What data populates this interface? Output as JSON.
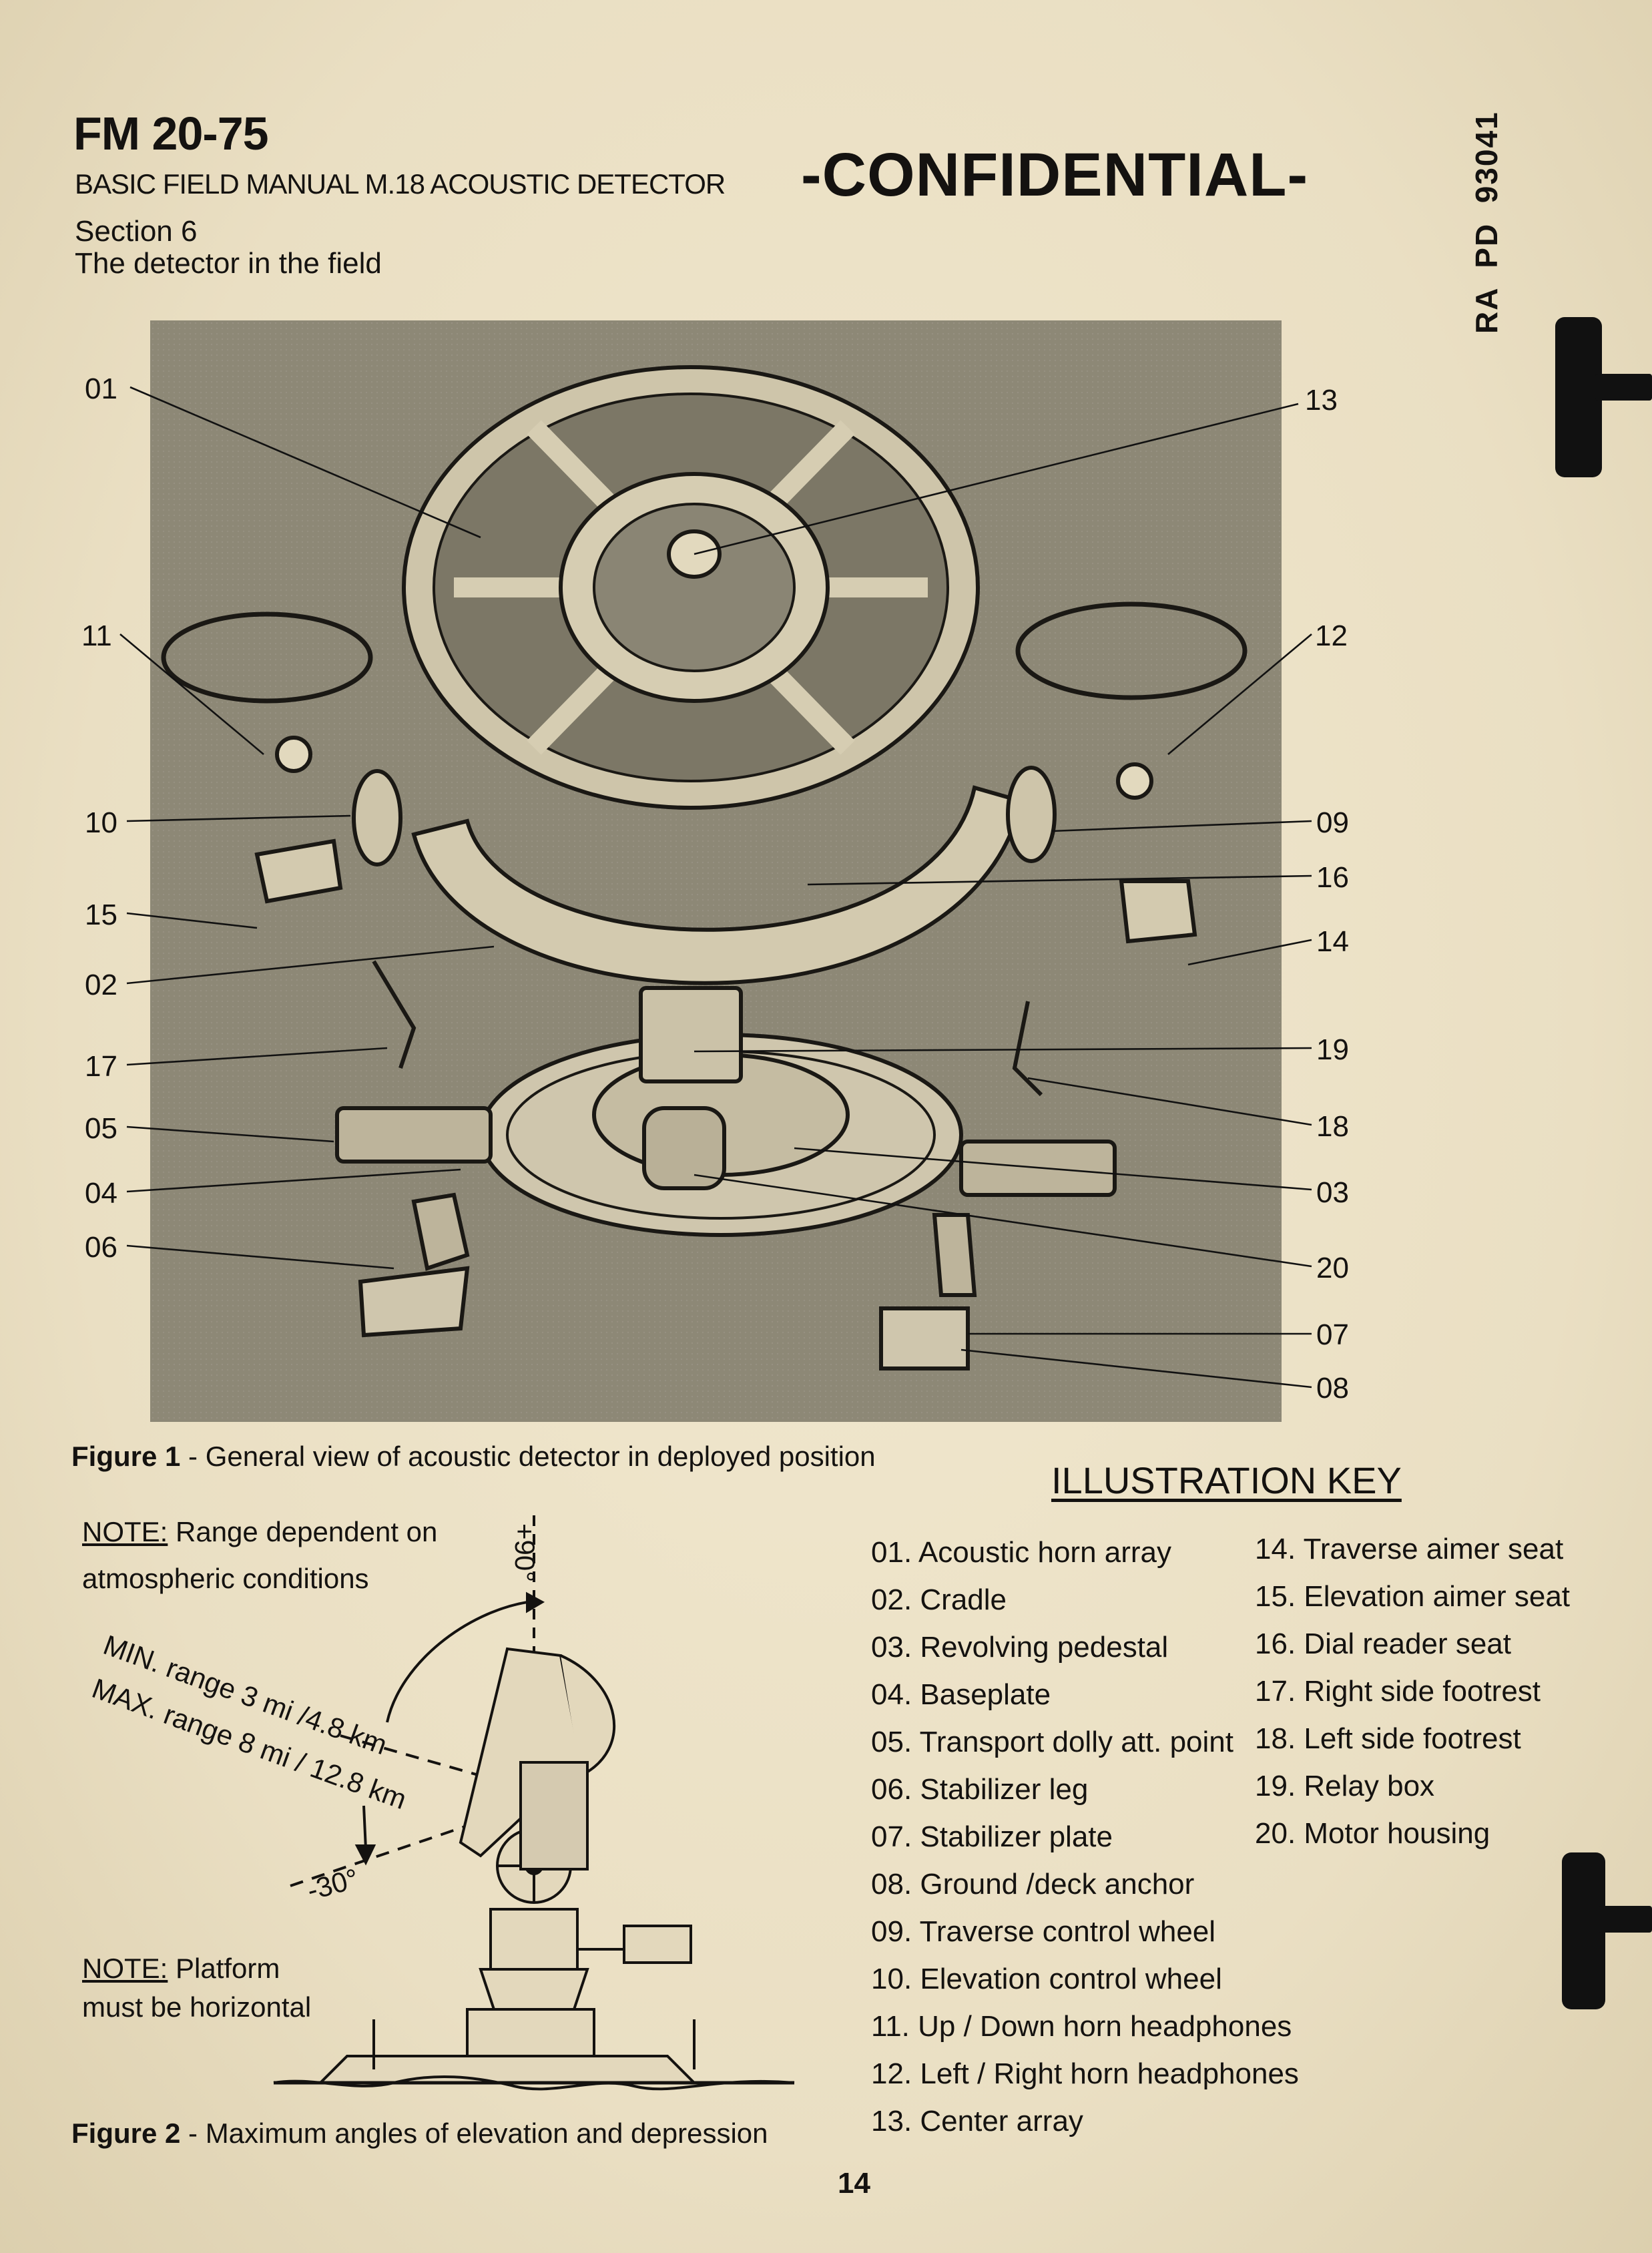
{
  "header": {
    "doc_code": "FM 20-75",
    "doc_title": "BASIC FIELD MANUAL M.18 ACOUSTIC DETECTOR",
    "section_number": "Section 6",
    "section_name": "The detector in the field",
    "classification": "-CONFIDENTIAL-",
    "side_code": "RA  PD  93041"
  },
  "figure1": {
    "caption_label": "Figure 1",
    "caption_text": " - General view of acoustic detector in deployed position",
    "callouts_left": [
      "01",
      "11",
      "10",
      "15",
      "02",
      "17",
      "05",
      "04",
      "06"
    ],
    "callouts_right": [
      "13",
      "12",
      "09",
      "16",
      "14",
      "19",
      "18",
      "03",
      "20",
      "07",
      "08"
    ]
  },
  "figure2": {
    "caption_label": "Figure 2",
    "caption_text": " - Maximum angles of elevation and depression",
    "note1_label": "NOTE:",
    "note1_text": " Range dependent on",
    "note1_text2": "atmospheric conditions",
    "note2_label": "NOTE:",
    "note2_text": " Platform",
    "note2_text2": "must be horizontal",
    "angle_up": "+90°",
    "angle_down": "-30°",
    "min_range": "MIN. range 3 mi /4.8 km",
    "max_range": "MAX. range 8 mi / 12.8 km"
  },
  "key": {
    "heading": "ILLUSTRATION KEY",
    "items": [
      "01. Acoustic horn array",
      "02. Cradle",
      "03. Revolving pedestal",
      "04. Baseplate",
      "05. Transport dolly att. point",
      "06. Stabilizer leg",
      "07. Stabilizer plate",
      "08. Ground /deck anchor",
      "09. Traverse control wheel",
      "10. Elevation control wheel",
      "11. Up / Down horn headphones",
      "12. Left / Right horn headphones",
      "13. Center array",
      "14. Traverse aimer seat",
      "15. Elevation aimer seat",
      "16. Dial reader seat",
      "17. Right side footrest",
      "18. Left side footrest",
      "19. Relay box",
      "20. Motor housing"
    ]
  },
  "page_number": "14"
}
